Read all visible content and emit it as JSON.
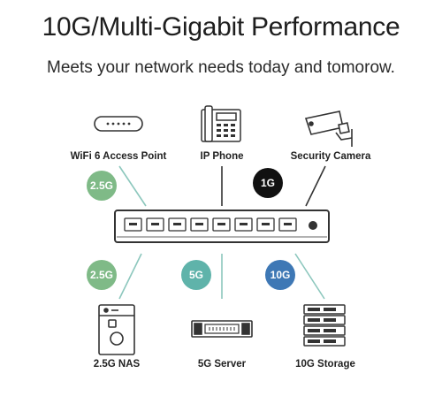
{
  "title": "10G/Multi-Gigabit Performance",
  "subtitle": "Meets your network needs today and tomorow.",
  "devices": {
    "wifi": {
      "label": "WiFi 6 Access Point",
      "icon": "wifi-access-point-icon"
    },
    "phone": {
      "label": "IP Phone",
      "icon": "ip-phone-icon"
    },
    "camera": {
      "label": "Security Camera",
      "icon": "security-camera-icon"
    },
    "nas": {
      "label": "2.5G NAS",
      "icon": "nas-icon"
    },
    "server": {
      "label": "5G Server",
      "icon": "server-icon"
    },
    "storage": {
      "label": "10G Storage",
      "icon": "storage-icon"
    }
  },
  "badges": {
    "wifi": "2.5G",
    "phone": "1G",
    "nas": "2.5G",
    "server": "5G",
    "storage": "10G"
  },
  "colors": {
    "green": "#7fba87",
    "teal": "#5fb3aa",
    "blue": "#3e78b5",
    "black": "#111111",
    "line_light": "#8cc7bd",
    "line_dark": "#333333"
  }
}
